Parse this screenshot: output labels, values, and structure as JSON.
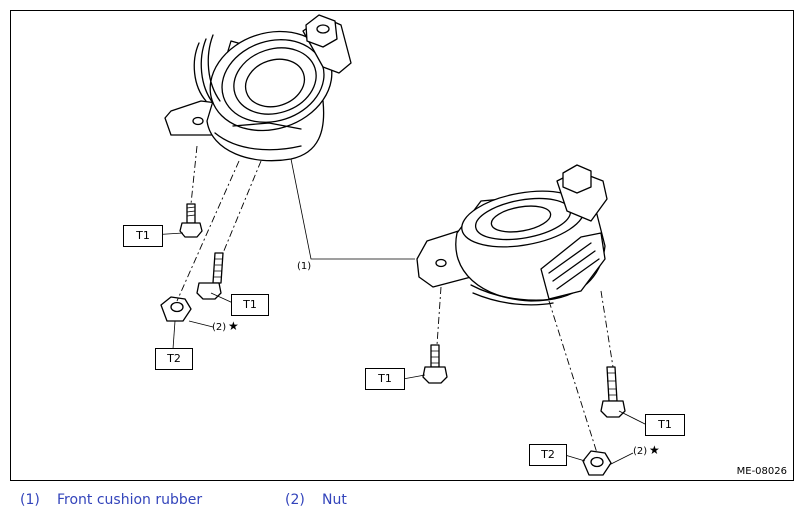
{
  "figure": {
    "callouts": {
      "part1": "(1)",
      "part2_left": "(2)",
      "part2_right": "(2)",
      "star": "★"
    },
    "torque_labels": {
      "t1_left_top": "T1",
      "t1_left_bottom": "T1",
      "t2_left": "T2",
      "t1_right_left": "T1",
      "t1_right_right": "T1",
      "t2_right": "T2"
    },
    "code": "ME-08026"
  },
  "legend": [
    {
      "num": "(1)",
      "text": "Front cushion rubber"
    },
    {
      "num": "(2)",
      "text": "Nut"
    }
  ]
}
